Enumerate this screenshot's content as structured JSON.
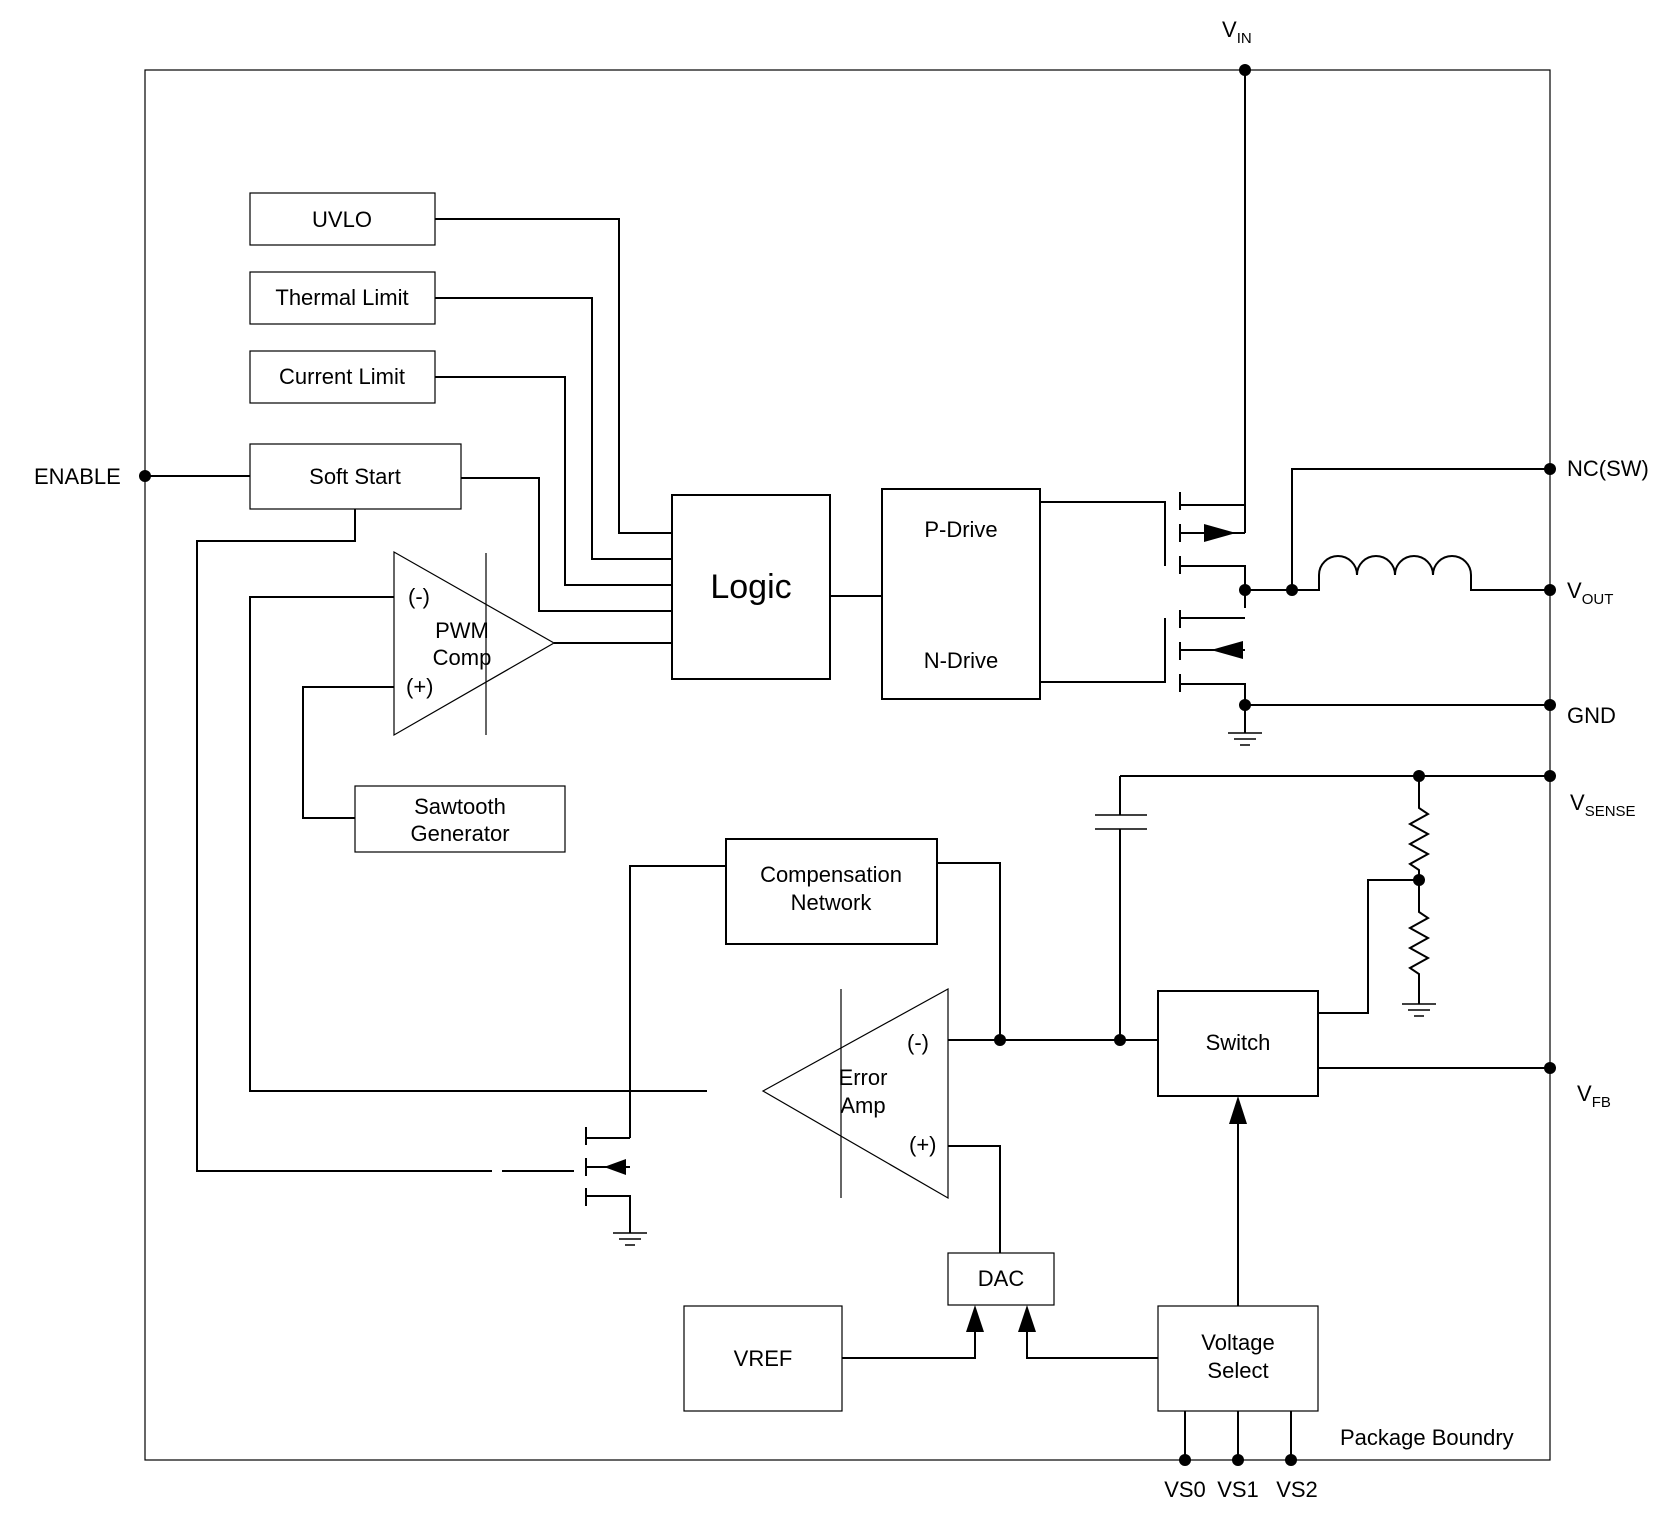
{
  "pins": {
    "vin": "V",
    "vin_sub": "IN",
    "enable": "ENABLE",
    "nc_sw": "NC(SW)",
    "vout": "V",
    "vout_sub": "OUT",
    "gnd": "GND",
    "vsense": "V",
    "vsense_sub": "SENSE",
    "vfb": "V",
    "vfb_sub": "FB",
    "vs0": "VS0",
    "vs1": "VS1",
    "vs2": "VS2"
  },
  "blocks": {
    "uvlo": "UVLO",
    "thermal_limit": "Thermal Limit",
    "current_limit": "Current Limit",
    "soft_start": "Soft Start",
    "logic": "Logic",
    "p_drive": "P-Drive",
    "n_drive": "N-Drive",
    "sawtooth_1": "Sawtooth",
    "sawtooth_2": "Generator",
    "compensation_1": "Compensation",
    "compensation_2": "Network",
    "switch": "Switch",
    "dac": "DAC",
    "vref": "VREF",
    "voltage_select_1": "Voltage",
    "voltage_select_2": "Select"
  },
  "amps": {
    "pwm_minus": "(-)",
    "pwm_plus": "(+)",
    "pwm_label_1": "PWM",
    "pwm_label_2": "Comp",
    "err_minus": "(-)",
    "err_plus": "(+)",
    "err_label_1": "Error",
    "err_label_2": "Amp"
  },
  "package_label": "Package Boundry"
}
